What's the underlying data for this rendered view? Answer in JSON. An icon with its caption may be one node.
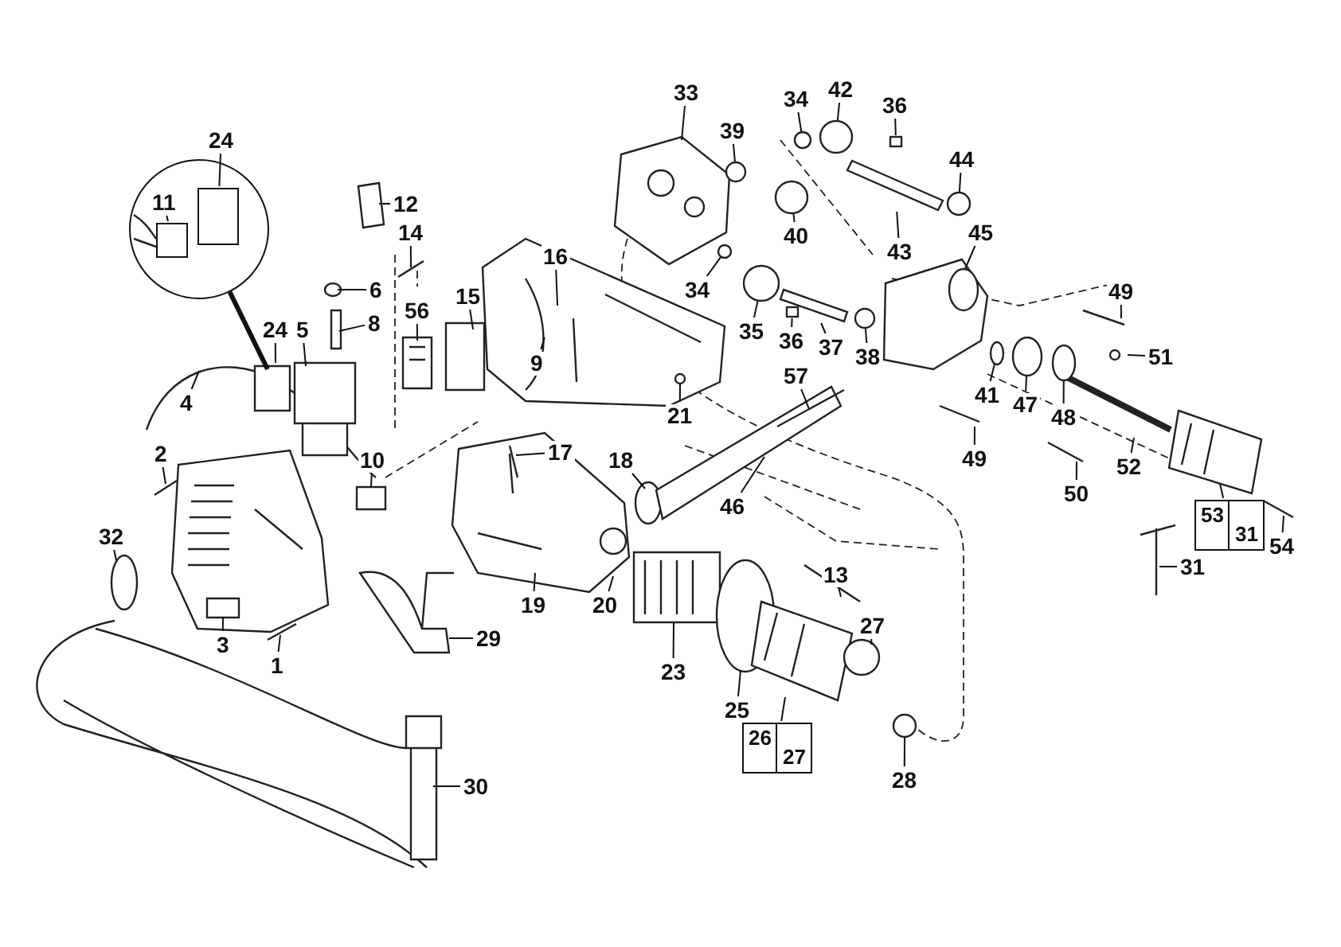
{
  "diagram": {
    "nodes": [
      {
        "text": [],
        "shape": "circle"
      },
      {
        "text": [
          "24"
        ]
      },
      {
        "text": [
          "11"
        ],
        "in": 0
      },
      {
        "text": [
          "12"
        ]
      },
      {
        "text": [
          "14"
        ]
      },
      {
        "text": [
          "6"
        ]
      },
      {
        "text": [
          "8"
        ]
      },
      {
        "text": [
          "56"
        ]
      },
      {
        "text": [
          "15"
        ]
      },
      {
        "text": [
          "16"
        ]
      },
      {
        "text": [
          "24"
        ]
      },
      {
        "text": [
          "5"
        ]
      },
      {
        "text": [
          "9"
        ]
      },
      {
        "text": [
          "4"
        ]
      },
      {
        "text": [
          "21"
        ]
      },
      {
        "text": [
          "10"
        ]
      },
      {
        "text": [
          "17"
        ]
      },
      {
        "text": [
          "18"
        ]
      },
      {
        "text": [
          "46"
        ]
      },
      {
        "text": [
          "2"
        ]
      },
      {
        "text": [
          "32"
        ]
      },
      {
        "text": [
          "3"
        ]
      },
      {
        "text": [
          "1"
        ]
      },
      {
        "text": [
          "29"
        ]
      },
      {
        "text": [
          "19"
        ]
      },
      {
        "text": [
          "20"
        ]
      },
      {
        "text": [
          "23"
        ]
      },
      {
        "text": [
          "13"
        ]
      },
      {
        "text": [
          "25"
        ]
      },
      {
        "text": [
          "27"
        ]
      },
      {
        "text": [
          "26",
          "27"
        ]
      },
      {
        "text": [
          "28"
        ]
      },
      {
        "text": [
          "30"
        ]
      },
      {
        "text": [
          "33"
        ]
      },
      {
        "text": [
          "39"
        ]
      },
      {
        "text": [
          "34"
        ]
      },
      {
        "text": [
          "42"
        ]
      },
      {
        "text": [
          "36"
        ]
      },
      {
        "text": [
          "44"
        ]
      },
      {
        "text": [
          "40"
        ]
      },
      {
        "text": [
          "43"
        ]
      },
      {
        "text": [
          "34"
        ]
      },
      {
        "text": [
          "35"
        ]
      },
      {
        "text": [
          "36"
        ]
      },
      {
        "text": [
          "37"
        ]
      },
      {
        "text": [
          "38"
        ]
      },
      {
        "text": [
          "45"
        ]
      },
      {
        "text": [
          "49"
        ]
      },
      {
        "text": [
          "51"
        ]
      },
      {
        "text": [
          "41"
        ]
      },
      {
        "text": [
          "47"
        ]
      },
      {
        "text": [
          "48"
        ]
      },
      {
        "text": [
          "57"
        ]
      },
      {
        "text": [
          "49"
        ]
      },
      {
        "text": [
          "50"
        ]
      },
      {
        "text": [
          "52"
        ]
      },
      {
        "text": [
          "53",
          "31"
        ]
      },
      {
        "text": [
          "54"
        ]
      },
      {
        "text": [
          "31"
        ]
      },
      {
        "text": [],
        "shape": "box",
        "in": 0
      },
      {
        "text": [],
        "shape": "box",
        "in": 0
      },
      {
        "text": [],
        "shape": "circle"
      },
      {
        "text": [],
        "shape": "circle"
      },
      {
        "text": [],
        "shape": "circle"
      },
      {
        "text": [],
        "shape": "box"
      },
      {
        "text": [],
        "shape": "circle"
      },
      {
        "text": [],
        "shape": "circle"
      },
      {
        "text": [],
        "shape": "bar"
      },
      {
        "text": [],
        "shape": "circle"
      },
      {
        "text": [],
        "shape": "circle"
      },
      {
        "text": [],
        "shape": "box"
      },
      {
        "text": [],
        "shape": "bar"
      },
      {
        "text": [],
        "shape": "circle"
      },
      {
        "text": [],
        "shape": "circle"
      },
      {
        "text": [],
        "shape": "circle"
      },
      {
        "text": [],
        "shape": "circle"
      }
    ],
    "edges": [
      {
        "from": 0,
        "to": null,
        "arrow": "none",
        "style": "thick"
      },
      {
        "from": 1,
        "to": 59,
        "arrow": "none"
      },
      {
        "from": 2,
        "to": 60,
        "arrow": "none"
      },
      {
        "from": 3,
        "to": null,
        "arrow": "none"
      },
      {
        "from": 4,
        "to": null,
        "arrow": "none"
      },
      {
        "from": 5,
        "to": null,
        "arrow": "none"
      },
      {
        "from": 6,
        "to": null,
        "arrow": "none"
      },
      {
        "from": 7,
        "to": null,
        "arrow": "none"
      },
      {
        "from": 8,
        "to": null,
        "arrow": "none"
      },
      {
        "from": 9,
        "to": null,
        "arrow": "none"
      },
      {
        "from": 10,
        "to": null,
        "arrow": "none"
      },
      {
        "from": 11,
        "to": null,
        "arrow": "none"
      },
      {
        "from": 12,
        "to": null,
        "arrow": "none"
      },
      {
        "from": 13,
        "to": null,
        "arrow": "none"
      },
      {
        "from": 14,
        "to": null,
        "arrow": "none"
      },
      {
        "from": 15,
        "to": null,
        "arrow": "none"
      },
      {
        "from": 16,
        "to": null,
        "arrow": "none"
      },
      {
        "from": 17,
        "to": null,
        "arrow": "none"
      },
      {
        "from": 18,
        "to": null,
        "arrow": "none"
      },
      {
        "from": 19,
        "to": null,
        "arrow": "none"
      },
      {
        "from": 20,
        "to": null,
        "arrow": "none"
      },
      {
        "from": 21,
        "to": null,
        "arrow": "none"
      },
      {
        "from": 22,
        "to": null,
        "arrow": "none"
      },
      {
        "from": 23,
        "to": null,
        "arrow": "none"
      },
      {
        "from": 24,
        "to": null,
        "arrow": "none"
      },
      {
        "from": 25,
        "to": null,
        "arrow": "none"
      },
      {
        "from": 26,
        "to": null,
        "arrow": "none"
      },
      {
        "from": 27,
        "to": null,
        "arrow": "none"
      },
      {
        "from": 28,
        "to": null,
        "arrow": "none"
      },
      {
        "from": 29,
        "to": null,
        "arrow": "none"
      },
      {
        "from": 30,
        "to": null,
        "arrow": "none"
      },
      {
        "from": 31,
        "to": null,
        "arrow": "none"
      },
      {
        "from": 32,
        "to": null,
        "arrow": "none"
      },
      {
        "from": 33,
        "to": null,
        "arrow": "none"
      },
      {
        "from": 34,
        "to": 61,
        "arrow": "none"
      },
      {
        "from": 35,
        "to": 62,
        "arrow": "none"
      },
      {
        "from": 36,
        "to": 63,
        "arrow": "none"
      },
      {
        "from": 37,
        "to": 64,
        "arrow": "none"
      },
      {
        "from": 38,
        "to": 65,
        "arrow": "none"
      },
      {
        "from": 39,
        "to": 66,
        "arrow": "none"
      },
      {
        "from": 40,
        "to": 67,
        "arrow": "none"
      },
      {
        "from": 41,
        "to": 68,
        "arrow": "none"
      },
      {
        "from": 42,
        "to": 69,
        "arrow": "none"
      },
      {
        "from": 43,
        "to": 70,
        "arrow": "none"
      },
      {
        "from": 44,
        "to": 71,
        "arrow": "none"
      },
      {
        "from": 45,
        "to": 72,
        "arrow": "none"
      },
      {
        "from": 46,
        "to": null,
        "arrow": "none"
      },
      {
        "from": 47,
        "to": null,
        "arrow": "none"
      },
      {
        "from": 48,
        "to": null,
        "arrow": "none"
      },
      {
        "from": 49,
        "to": 73,
        "arrow": "none"
      },
      {
        "from": 50,
        "to": 74,
        "arrow": "none"
      },
      {
        "from": 51,
        "to": 75,
        "arrow": "none"
      },
      {
        "from": 52,
        "to": null,
        "arrow": "none"
      },
      {
        "from": 53,
        "to": null,
        "arrow": "none"
      },
      {
        "from": 54,
        "to": null,
        "arrow": "none"
      },
      {
        "from": 55,
        "to": null,
        "arrow": "none"
      },
      {
        "from": 56,
        "to": null,
        "arrow": "none"
      },
      {
        "from": 57,
        "to": null,
        "arrow": "none"
      },
      {
        "from": 58,
        "to": null,
        "arrow": "none"
      }
    ]
  }
}
